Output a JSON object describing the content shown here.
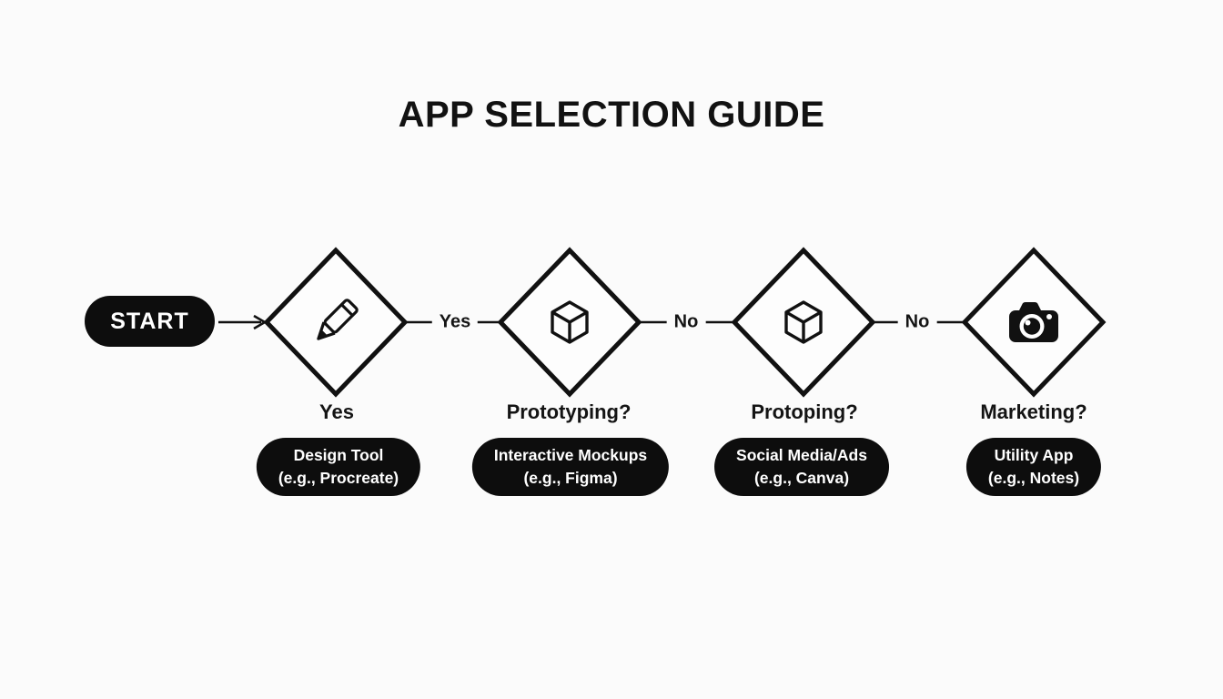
{
  "title": "APP SELECTION GUIDE",
  "colors": {
    "ink": "#111111",
    "pill_background": "#0d0d0d",
    "page_background": "#fbfbfb",
    "text_on_dark": "#ffffff"
  },
  "flow": {
    "start": "START",
    "edges": {
      "q1_to_q2": "Yes",
      "q2_to_q3": "No",
      "q3_to_q4": "No"
    },
    "nodes": [
      {
        "icon": "pencil-icon",
        "question": "Yes",
        "result": [
          "Design Tool",
          "(e.g., Procreate)"
        ]
      },
      {
        "icon": "cube-icon",
        "question": "Prototyping?",
        "result": [
          "Interactive Mockups",
          "(e.g., Figma)"
        ]
      },
      {
        "icon": "cube-icon",
        "question": "Protoping?",
        "result": [
          "Social Media/Ads",
          "(e.g., Canva)"
        ]
      },
      {
        "icon": "camera-icon",
        "question": "Marketing?",
        "result": [
          "Utility App",
          "(e.g., Notes)"
        ]
      }
    ]
  }
}
